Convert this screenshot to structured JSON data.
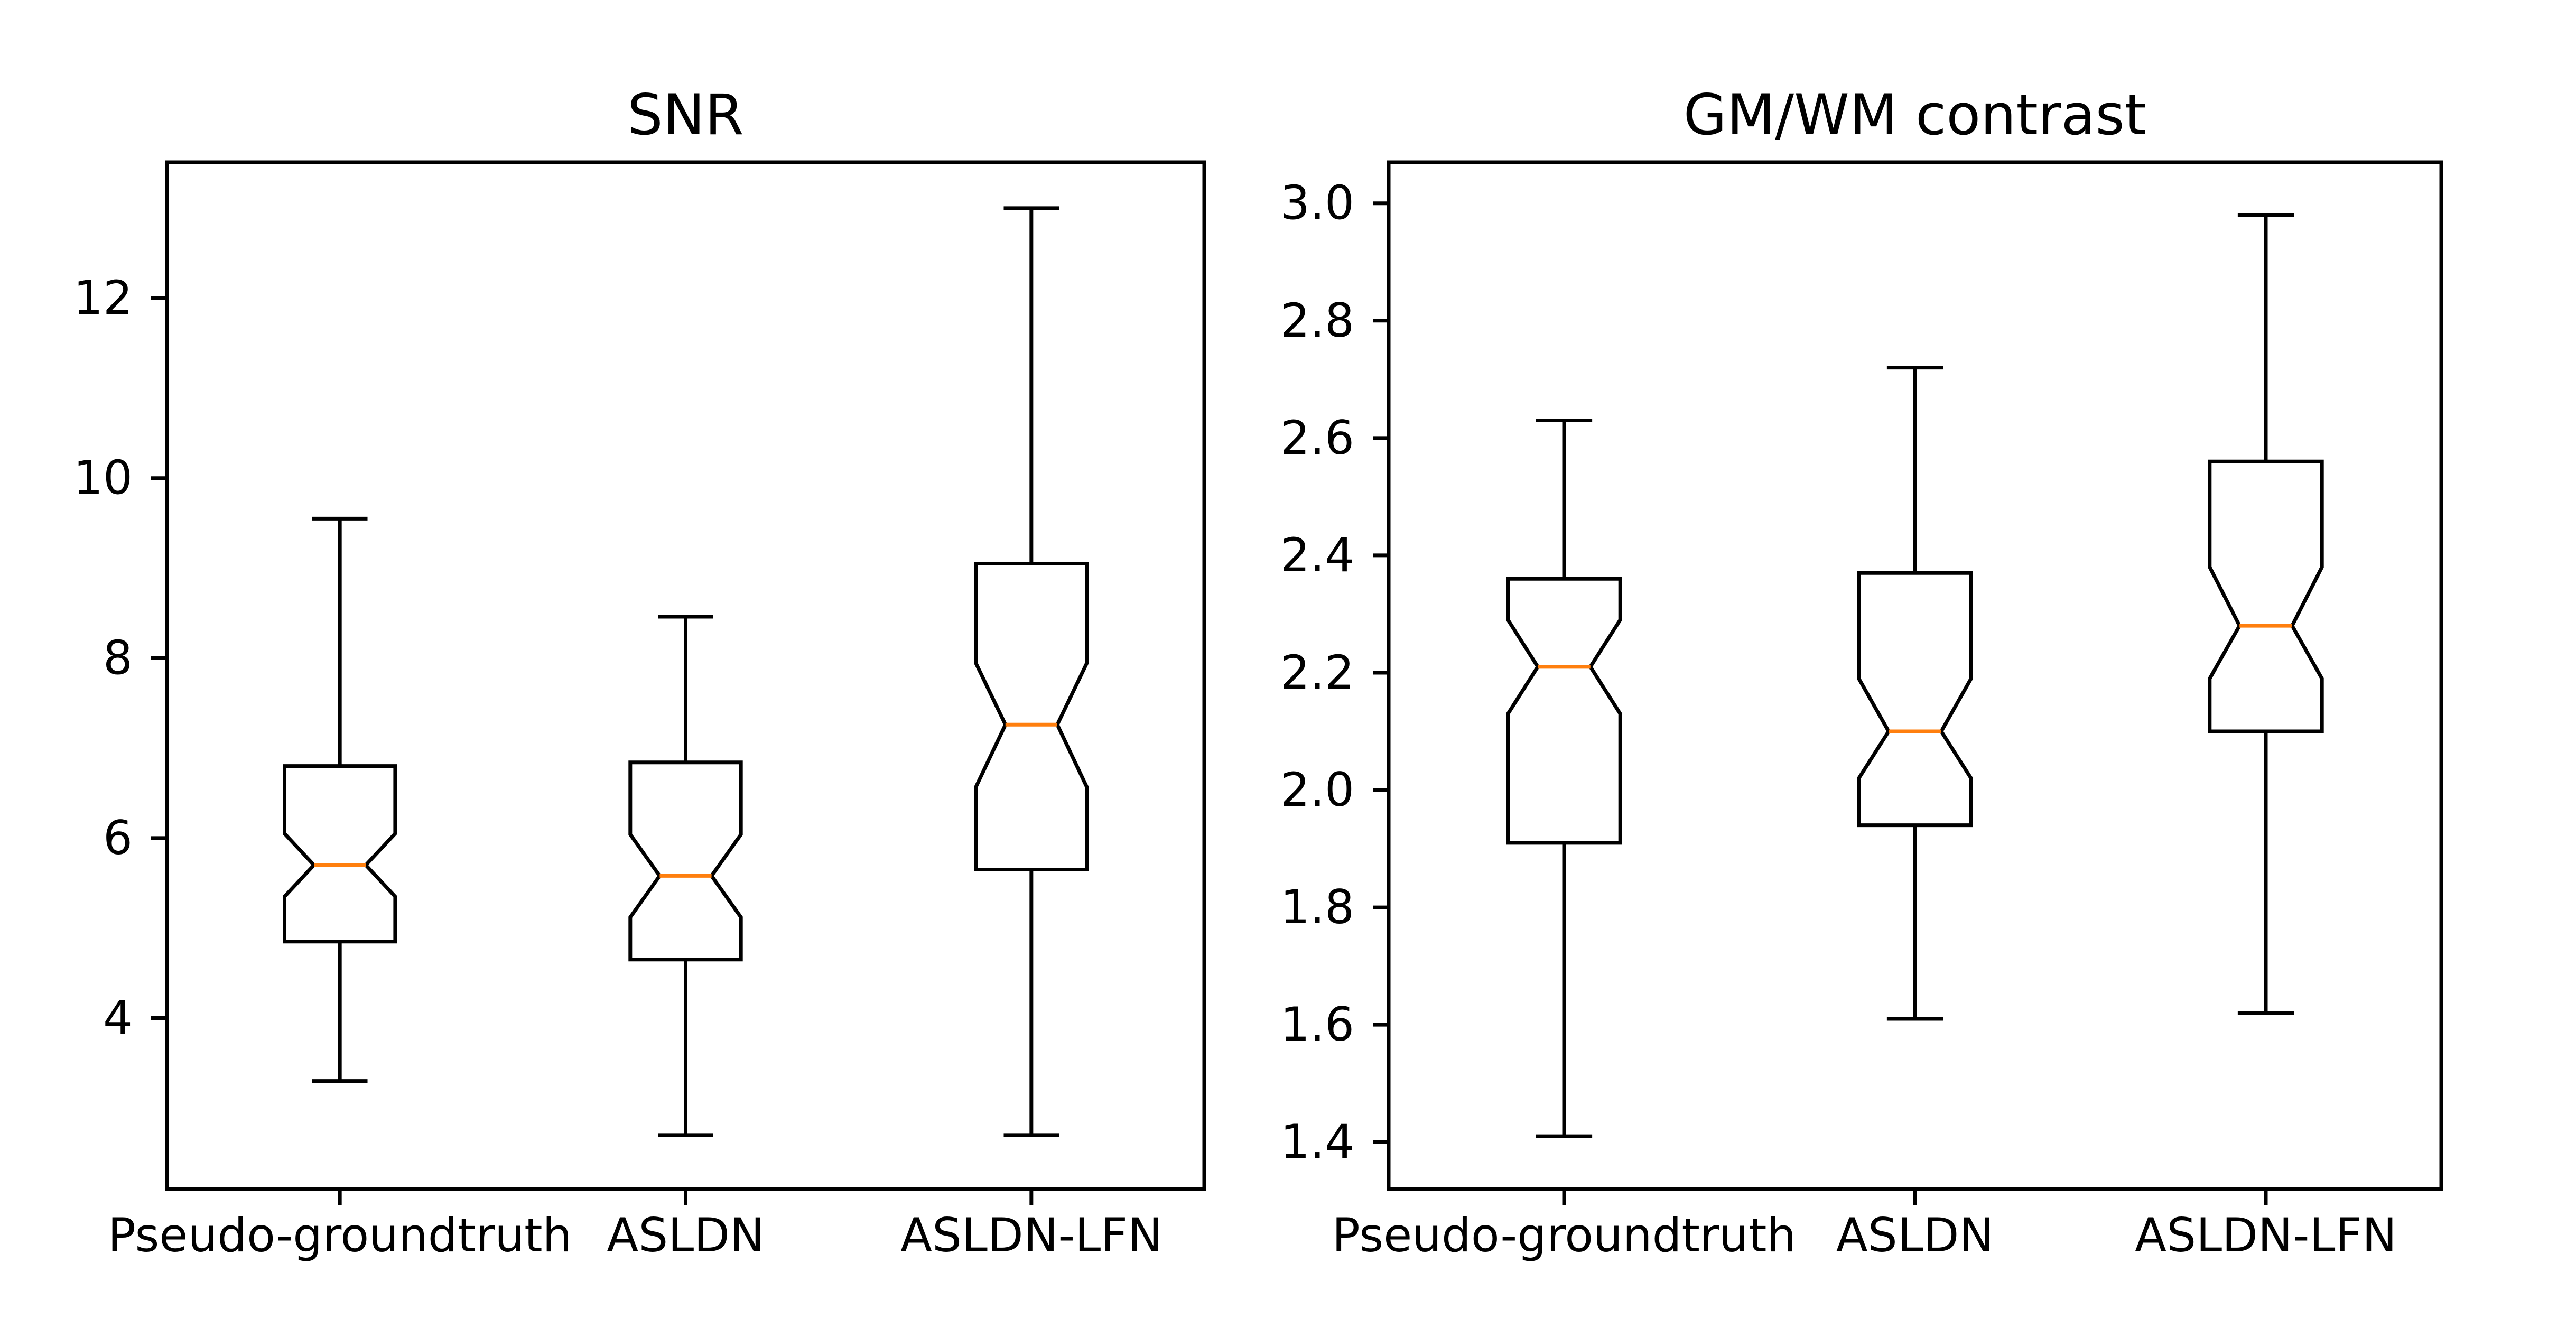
{
  "figure": {
    "background": "#ffffff",
    "text_color": "#000000"
  },
  "chart_data": [
    {
      "type": "box",
      "name": "snr-plot",
      "title": "SNR",
      "notched": true,
      "grid": false,
      "frame": true,
      "categories": [
        "Pseudo-groundtruth",
        "ASLDN",
        "ASLDN-LFN"
      ],
      "ylim": [
        2.1,
        13.51
      ],
      "yticks": [
        4,
        6,
        8,
        10,
        12
      ],
      "ytick_labels": [
        "4",
        "6",
        "8",
        "10",
        "12"
      ],
      "stats": [
        {
          "label": "Pseudo-groundtruth",
          "whislo": 3.3,
          "q1": 4.85,
          "med": 5.7,
          "q3": 6.8,
          "whishi": 9.55,
          "notch_lo": 5.35,
          "notch_hi": 6.05
        },
        {
          "label": "ASLDN",
          "whislo": 2.7,
          "q1": 4.65,
          "med": 5.58,
          "q3": 6.84,
          "whishi": 8.46,
          "notch_lo": 5.12,
          "notch_hi": 6.04
        },
        {
          "label": "ASLDN-LFN",
          "whislo": 2.7,
          "q1": 5.65,
          "med": 7.26,
          "q3": 9.05,
          "whishi": 13.0,
          "notch_lo": 6.57,
          "notch_hi": 7.94
        }
      ],
      "colors": {
        "box": "#000000",
        "median": "#ff7f0e",
        "whisker": "#000000"
      }
    },
    {
      "type": "box",
      "name": "gm-wm-contrast-plot",
      "title": "GM/WM contrast",
      "notched": true,
      "grid": false,
      "frame": true,
      "categories": [
        "Pseudo-groundtruth",
        "ASLDN",
        "ASLDN-LFN"
      ],
      "ylim": [
        1.32,
        3.07
      ],
      "yticks": [
        1.4,
        1.6,
        1.8,
        2.0,
        2.2,
        2.4,
        2.6,
        2.8,
        3.0
      ],
      "ytick_labels": [
        "1.4",
        "1.6",
        "1.8",
        "2.0",
        "2.2",
        "2.4",
        "2.6",
        "2.8",
        "3.0"
      ],
      "stats": [
        {
          "label": "Pseudo-groundtruth",
          "whislo": 1.41,
          "q1": 1.91,
          "med": 2.21,
          "q3": 2.36,
          "whishi": 2.63,
          "notch_lo": 2.13,
          "notch_hi": 2.29
        },
        {
          "label": "ASLDN",
          "whislo": 1.61,
          "q1": 1.94,
          "med": 2.1,
          "q3": 2.37,
          "whishi": 2.72,
          "notch_lo": 2.02,
          "notch_hi": 2.19
        },
        {
          "label": "ASLDN-LFN",
          "whislo": 1.62,
          "q1": 2.1,
          "med": 2.28,
          "q3": 2.56,
          "whishi": 2.98,
          "notch_lo": 2.19,
          "notch_hi": 2.38
        }
      ],
      "colors": {
        "box": "#000000",
        "median": "#ff7f0e",
        "whisker": "#000000"
      }
    }
  ]
}
